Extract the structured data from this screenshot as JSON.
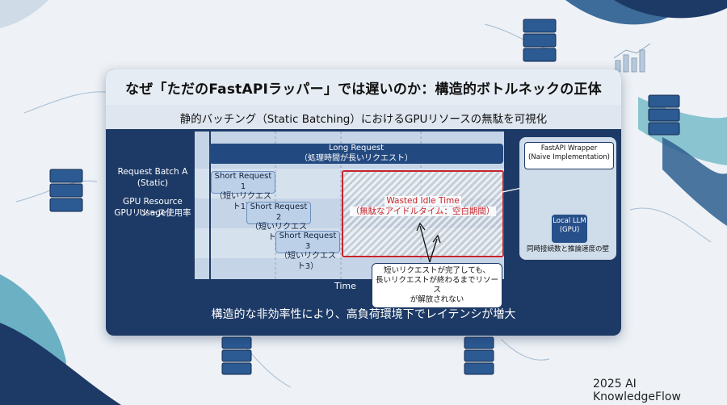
{
  "title": "なぜ「ただのFastAPIラッパー」では遅いのか：構造的ボトルネックの正体",
  "subtitle": "静的バッチング（Static Batching）におけるGPUリソースの無駄を可視化",
  "side_labels": {
    "batch": "Request Batch A (Static)",
    "usage_en": "GPU Resource Usage",
    "usage_jp": "GPUリソース使用率"
  },
  "requests": {
    "long": {
      "en": "Long Request",
      "jp": "（処理時間が長いリクエスト）"
    },
    "short1": {
      "en": "Short Request 1",
      "jp": "（短いリクエスト1）"
    },
    "short2": {
      "en": "Short Request 2",
      "jp": "（短いリクエスト2）"
    },
    "short3": {
      "en": "Short Request 3",
      "jp": "（短いリクエスト3）"
    }
  },
  "idle": {
    "en": "Wasted Idle Time",
    "jp": "（無駄なアイドルタイム：空白期間）"
  },
  "time_label": "Time",
  "callout": [
    "短いリクエストが完了しても、",
    "長いリクエストが終わるまでリソース",
    "が解放されない"
  ],
  "wrapper": {
    "line1": "FastAPI Wrapper",
    "line2": "(Naive Implementation)"
  },
  "llm": {
    "line1": "Local LLM",
    "line2": "(GPU)"
  },
  "wall_label": "同時接続数と推論速度の壁",
  "footer": "構造的な非効率性により、高負荷環境下でレイテンシが増大",
  "brand": "2025 AI KnowledgeFlow",
  "colors": {
    "navy": "#1d3a66",
    "accent_red": "#c8242c",
    "light_blue": "#bcd0e7"
  },
  "icons": [
    "server-rack-icon",
    "bar-chart-icon",
    "arrow-down-icon",
    "cross-icon",
    "arrow-up-icon"
  ]
}
